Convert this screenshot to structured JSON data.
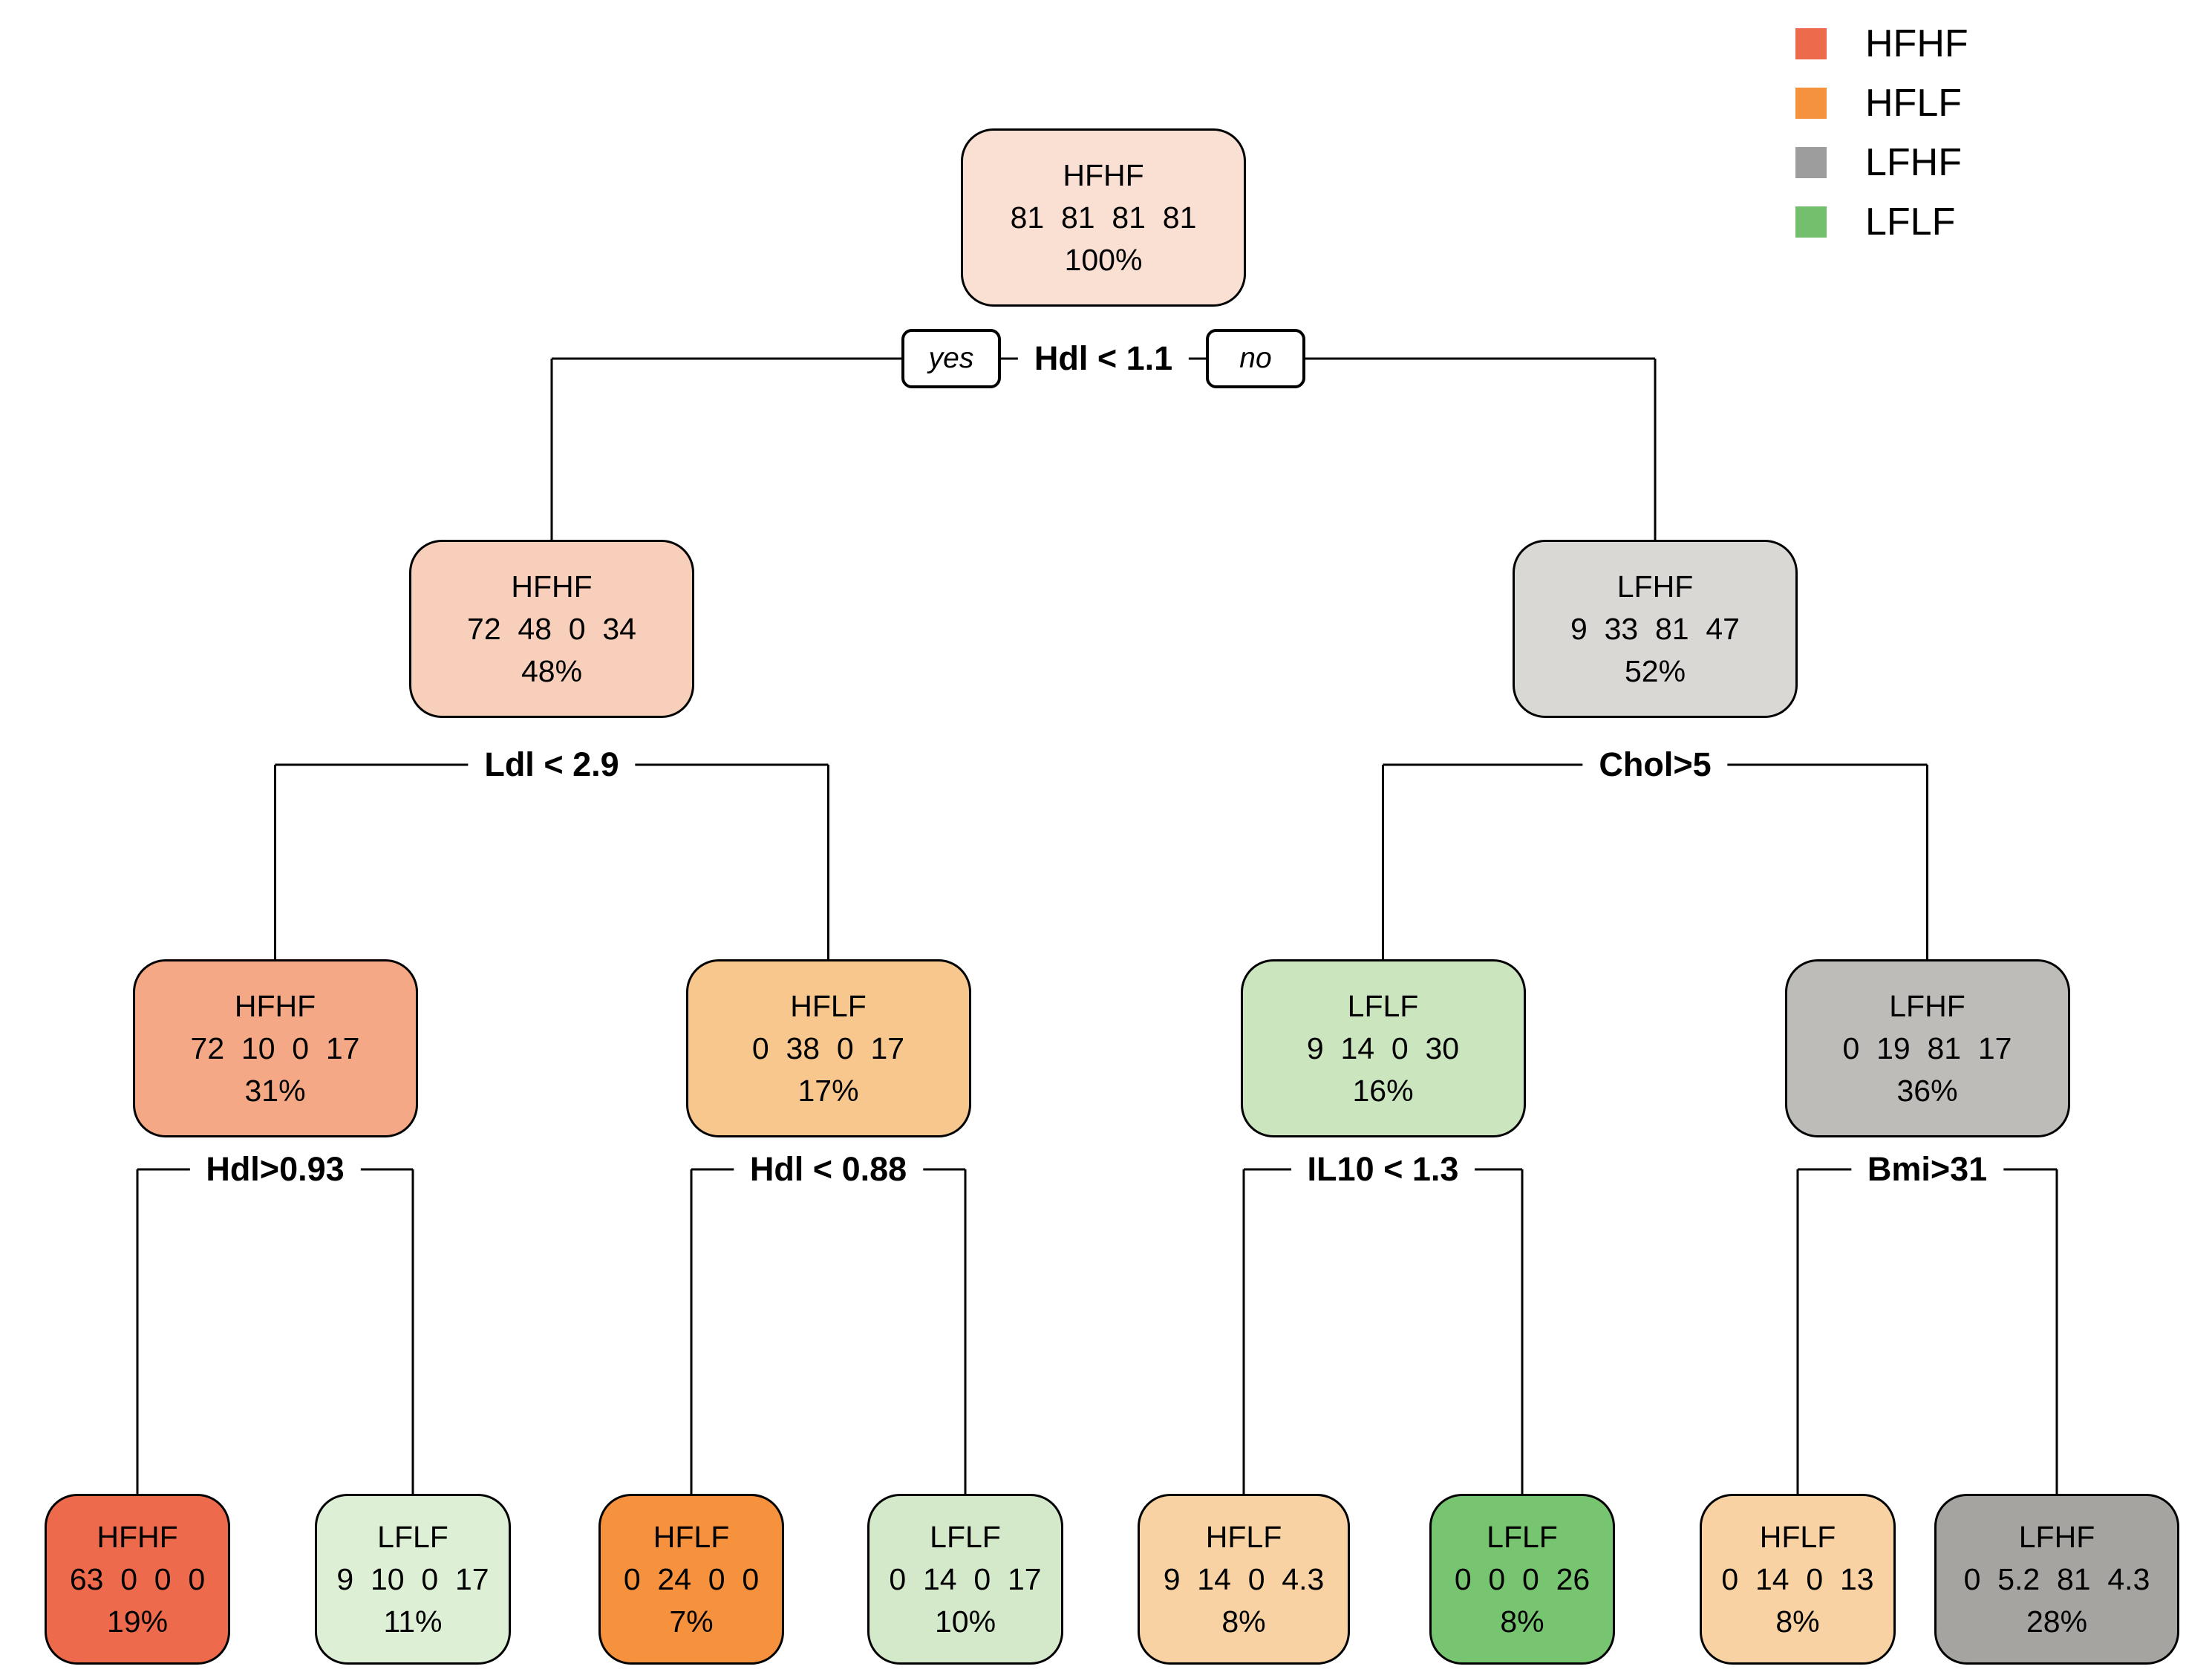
{
  "diagram_type": "decision-tree-plot",
  "colors": {
    "background": "#FFFFFF",
    "line": "#000000"
  },
  "legend": [
    {
      "label": "HFHF",
      "color": "#EE6A4D"
    },
    {
      "label": "HFLF",
      "color": "#F5923E"
    },
    {
      "label": "LFHF",
      "color": "#9D9D9D"
    },
    {
      "label": "LFLF",
      "color": "#74BF6E"
    }
  ],
  "branch_tags": {
    "yes": "yes",
    "no": "no"
  },
  "tree": {
    "id": "root",
    "class": "HFHF",
    "counts": [
      "81",
      "81",
      "81",
      "81"
    ],
    "percent": "100%",
    "fill": "#FADFD3",
    "split": "Hdl < 1.1",
    "children": [
      {
        "id": "hfhf-48",
        "class": "HFHF",
        "counts": [
          "72",
          "48",
          "0",
          "34"
        ],
        "percent": "48%",
        "fill": "#F8CFBA",
        "split": "Ldl < 2.9",
        "children": [
          {
            "id": "hfhf-31",
            "class": "HFHF",
            "counts": [
              "72",
              "10",
              "0",
              "17"
            ],
            "percent": "31%",
            "fill": "#F5A886",
            "split": "Hdl>0.93",
            "children": [
              {
                "id": "leaf-hfhf-19",
                "class": "HFHF",
                "counts": [
                  "63",
                  "0",
                  "0",
                  "0"
                ],
                "percent": "19%",
                "fill": "#EE6A4D"
              },
              {
                "id": "leaf-lflf-11",
                "class": "LFLF",
                "counts": [
                  "9",
                  "10",
                  "0",
                  "17"
                ],
                "percent": "11%",
                "fill": "#DDEFD5"
              }
            ]
          },
          {
            "id": "hflf-17",
            "class": "HFLF",
            "counts": [
              "0",
              "38",
              "0",
              "17"
            ],
            "percent": "17%",
            "fill": "#F8C78D",
            "split": "Hdl < 0.88",
            "children": [
              {
                "id": "leaf-hflf-7",
                "class": "HFLF",
                "counts": [
                  "0",
                  "24",
                  "0",
                  "0"
                ],
                "percent": "7%",
                "fill": "#F6913D"
              },
              {
                "id": "leaf-lflf-10",
                "class": "LFLF",
                "counts": [
                  "0",
                  "14",
                  "0",
                  "17"
                ],
                "percent": "10%",
                "fill": "#D3E9C9"
              }
            ]
          }
        ]
      },
      {
        "id": "lfhf-52",
        "class": "LFHF",
        "counts": [
          "9",
          "33",
          "81",
          "47"
        ],
        "percent": "52%",
        "fill": "#D9D8D5",
        "split": "Chol>5",
        "children": [
          {
            "id": "lflf-16",
            "class": "LFLF",
            "counts": [
              "9",
              "14",
              "0",
              "30"
            ],
            "percent": "16%",
            "fill": "#CBE5BF",
            "split": "IL10 < 1.3",
            "children": [
              {
                "id": "leaf-hflf-8a",
                "class": "HFLF",
                "counts": [
                  "9",
                  "14",
                  "0",
                  "4.3"
                ],
                "percent": "8%",
                "fill": "#F9D2A3"
              },
              {
                "id": "leaf-lflf-8",
                "class": "LFLF",
                "counts": [
                  "0",
                  "0",
                  "0",
                  "26"
                ],
                "percent": "8%",
                "fill": "#77C471"
              }
            ]
          },
          {
            "id": "lfhf-36",
            "class": "LFHF",
            "counts": [
              "0",
              "19",
              "81",
              "17"
            ],
            "percent": "36%",
            "fill": "#BDBCB9",
            "split": "Bmi>31",
            "children": [
              {
                "id": "leaf-hflf-8b",
                "class": "HFLF",
                "counts": [
                  "0",
                  "14",
                  "0",
                  "13"
                ],
                "percent": "8%",
                "fill": "#F9D2A3"
              },
              {
                "id": "leaf-lfhf-28",
                "class": "LFHF",
                "counts": [
                  "0",
                  "5.2",
                  "81",
                  "4.3"
                ],
                "percent": "28%",
                "fill": "#A5A4A1"
              }
            ]
          }
        ]
      }
    ]
  }
}
